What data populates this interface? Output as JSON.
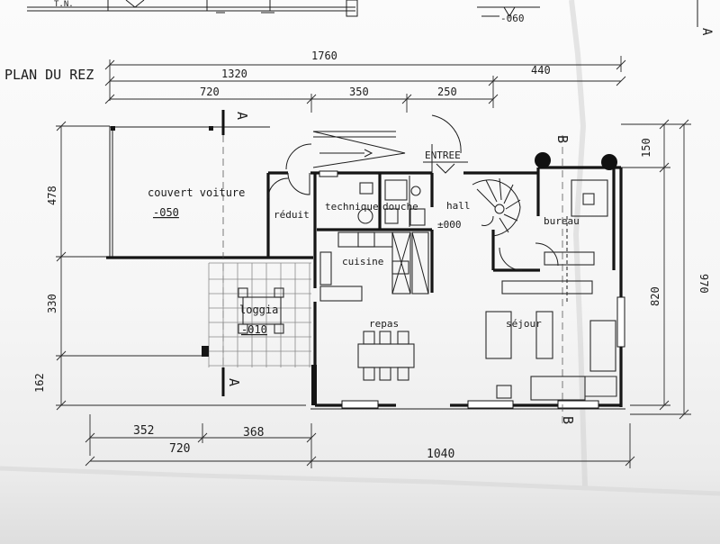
{
  "drawing": {
    "title": "PLAN DU REZ",
    "top_strip": {
      "tn_label": "T.N.",
      "level": "-060"
    },
    "section_marks": {
      "a": "A",
      "b": "B"
    },
    "entrance_label": "ENTREE",
    "rooms": {
      "carport": "couvert voiture",
      "carport_level": "-050",
      "storage": "réduit",
      "technical": "technique",
      "shower": "douche",
      "hall": "hall",
      "hall_level": "±000",
      "office": "bureau",
      "kitchen": "cuisine",
      "dining": "repas",
      "living": "séjour",
      "loggia": "loggia",
      "loggia_level": "-010"
    },
    "dimensions": {
      "top_total": "1760",
      "top_1320": "1320",
      "top_440": "440",
      "top_720": "720",
      "top_350": "350",
      "top_250": "250",
      "left_478": "478",
      "left_330": "330",
      "left_162": "162",
      "right_150": "150",
      "right_820": "820",
      "right_970": "970",
      "bottom_352": "352",
      "bottom_368": "368",
      "bottom_720": "720",
      "bottom_1040": "1040"
    }
  }
}
